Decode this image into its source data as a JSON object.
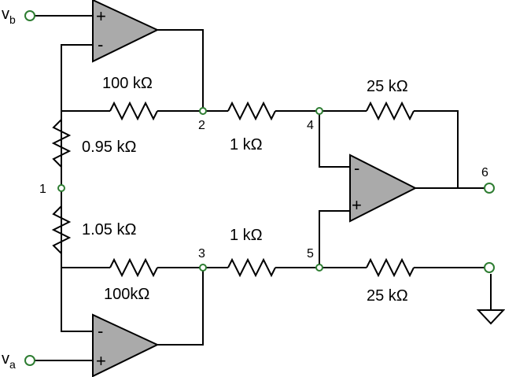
{
  "inputs": {
    "vb_main": "v",
    "vb_sub": "b",
    "va_main": "v",
    "va_sub": "a"
  },
  "resistors": {
    "r_top_feedback": "100 kΩ",
    "r_bottom_feedback": "100kΩ",
    "r_gain_upper": "0.95 kΩ",
    "r_gain_lower": "1.05 kΩ",
    "r_upper_series": "1 kΩ",
    "r_lower_series": "1 kΩ",
    "r_diff_feedback": "25 kΩ",
    "r_diff_ground": "25 kΩ"
  },
  "nodes": {
    "n1": "1",
    "n2": "2",
    "n3": "3",
    "n4": "4",
    "n5": "5",
    "n6": "6"
  },
  "opamp_signs": {
    "plus": "+",
    "minus": "-"
  },
  "colors": {
    "opamp_fill": "#aaaaaa",
    "node_ring": "#2e7d32"
  }
}
